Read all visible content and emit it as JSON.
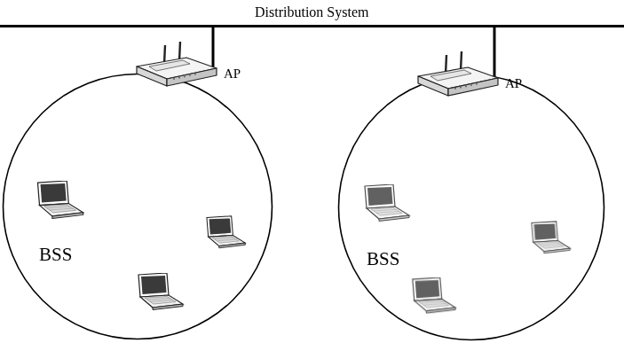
{
  "diagram": {
    "nodes": [
      {
        "text": [
          "Distribution System"
        ]
      },
      {
        "text": [
          "BSS"
        ]
      },
      {
        "text": [
          "AP"
        ],
        "in": 1
      },
      {
        "text": [
          "BSS"
        ]
      },
      {
        "text": [
          "AP"
        ],
        "in": 3
      }
    ],
    "edges": [
      {
        "from": 2,
        "to": 0,
        "arrow": "none"
      },
      {
        "from": 4,
        "to": 0,
        "arrow": "none"
      }
    ]
  }
}
